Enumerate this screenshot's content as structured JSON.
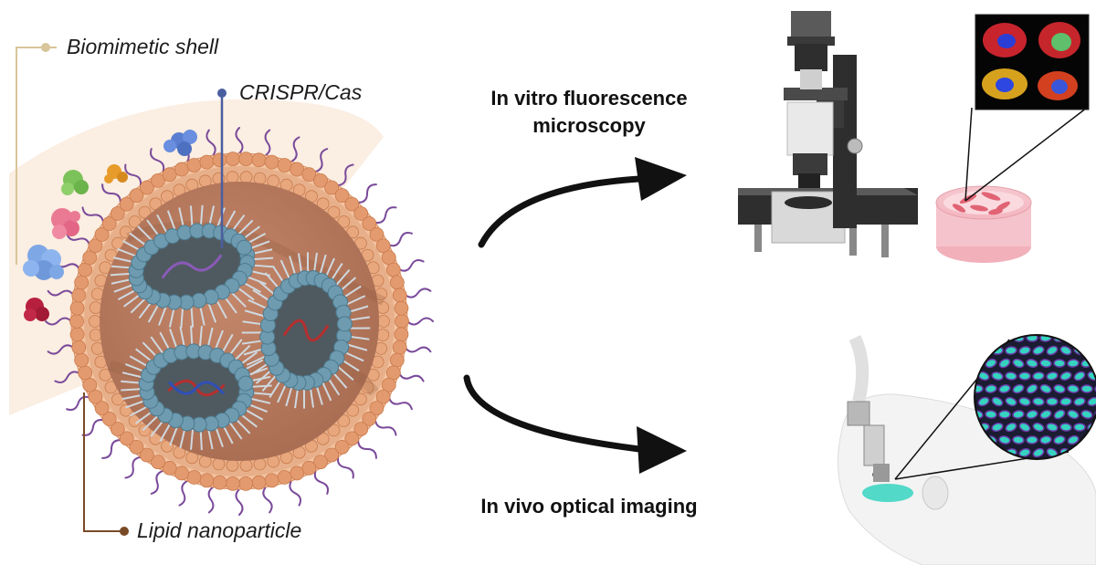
{
  "labels": {
    "shell": "Biomimetic shell",
    "crispr": "CRISPR/Cas",
    "lnp": "Lipid nanoparticle",
    "in_vitro_line1": "In vitro fluorescence",
    "in_vitro_line2": "microscopy",
    "in_vivo": "In vivo optical imaging"
  },
  "colors": {
    "shell_halo": "#fbeee2",
    "shell_leader": "#d8c59a",
    "lnp_core": "#b7785a",
    "lnp_head": "#e39a6e",
    "lnp_leader": "#7a4a26",
    "crispr_leader": "#4a5ea0",
    "micelle": "#6e9bb0",
    "tails": "#cfd9e0",
    "peg": "#7a4a9a",
    "arrow": "#111111",
    "fluor_cyan": "#35d3c0",
    "fluor_red": "#d2383a"
  },
  "icons": [
    "biomimetic-shell-icon",
    "lipid-nanoparticle-icon",
    "protein-icon",
    "micelle-icon",
    "rna-strand-icon",
    "microscope-icon",
    "petri-dish-icon",
    "cell-fluorescence-icon",
    "mouse-icon",
    "optical-fiber-icon",
    "tissue-magnification-icon",
    "arrow-right-icon"
  ]
}
